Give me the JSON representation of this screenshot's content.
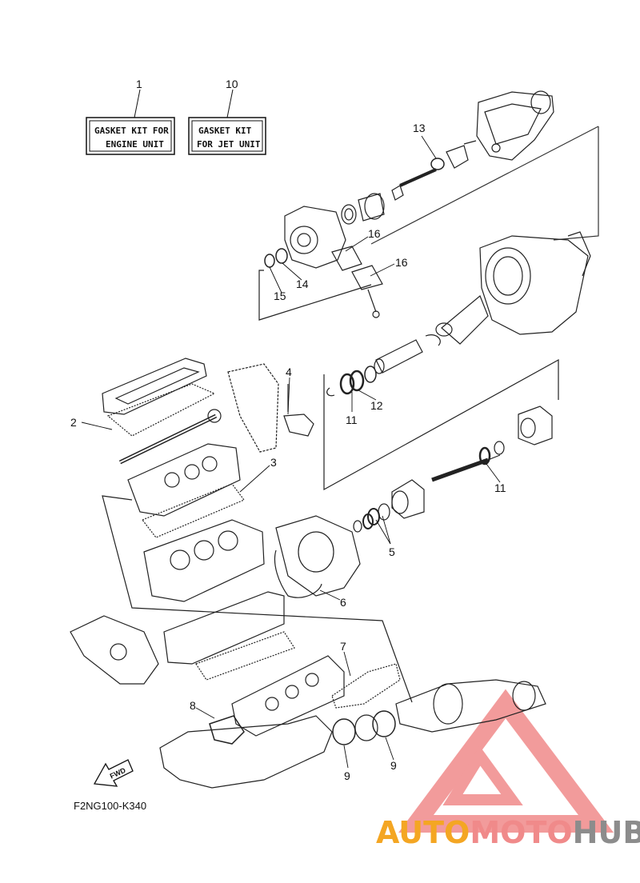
{
  "kit_boxes": [
    {
      "number": "1",
      "line1": "GASKET KIT FOR",
      "line2": "ENGINE UNIT"
    },
    {
      "number": "10",
      "line1": "GASKET KIT",
      "line2": "FOR JET UNIT"
    }
  ],
  "callouts": [
    "2",
    "3",
    "4",
    "5",
    "6",
    "7",
    "8",
    "9",
    "9",
    "11",
    "11",
    "12",
    "13",
    "14",
    "15",
    "16",
    "16"
  ],
  "fwd_label": "FWD",
  "diagram_code": "F2NG100-K340",
  "watermark": {
    "part1": "AUTO",
    "part2": "MOTO",
    "part3": "HUB",
    "color_orange": "#f4a623",
    "color_red": "#f08a8a",
    "color_gray": "#8c8c8c"
  }
}
